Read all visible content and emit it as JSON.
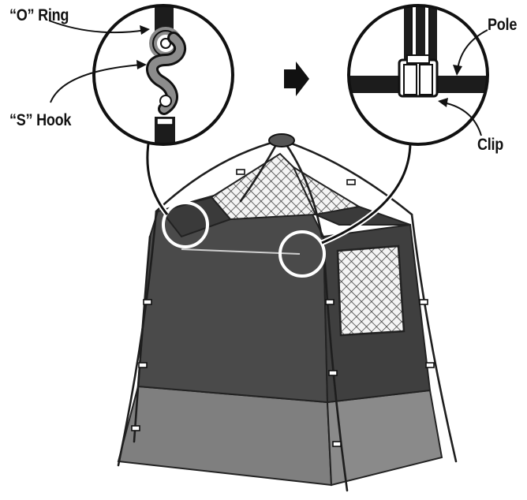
{
  "labels": {
    "o_ring": "“O” Ring",
    "s_hook": "“S” Hook",
    "pole": "Pole",
    "clip": "Clip"
  },
  "colors": {
    "fabric_dark": "#4a4a4a",
    "fabric_darker": "#3a3a3a",
    "floor_band": "#7f7f7f",
    "mesh": "#f2f2f2",
    "frame": "#222222",
    "ring_highlight": "#8c8c8c"
  },
  "icons": {
    "arrow": "right-arrow-icon"
  }
}
